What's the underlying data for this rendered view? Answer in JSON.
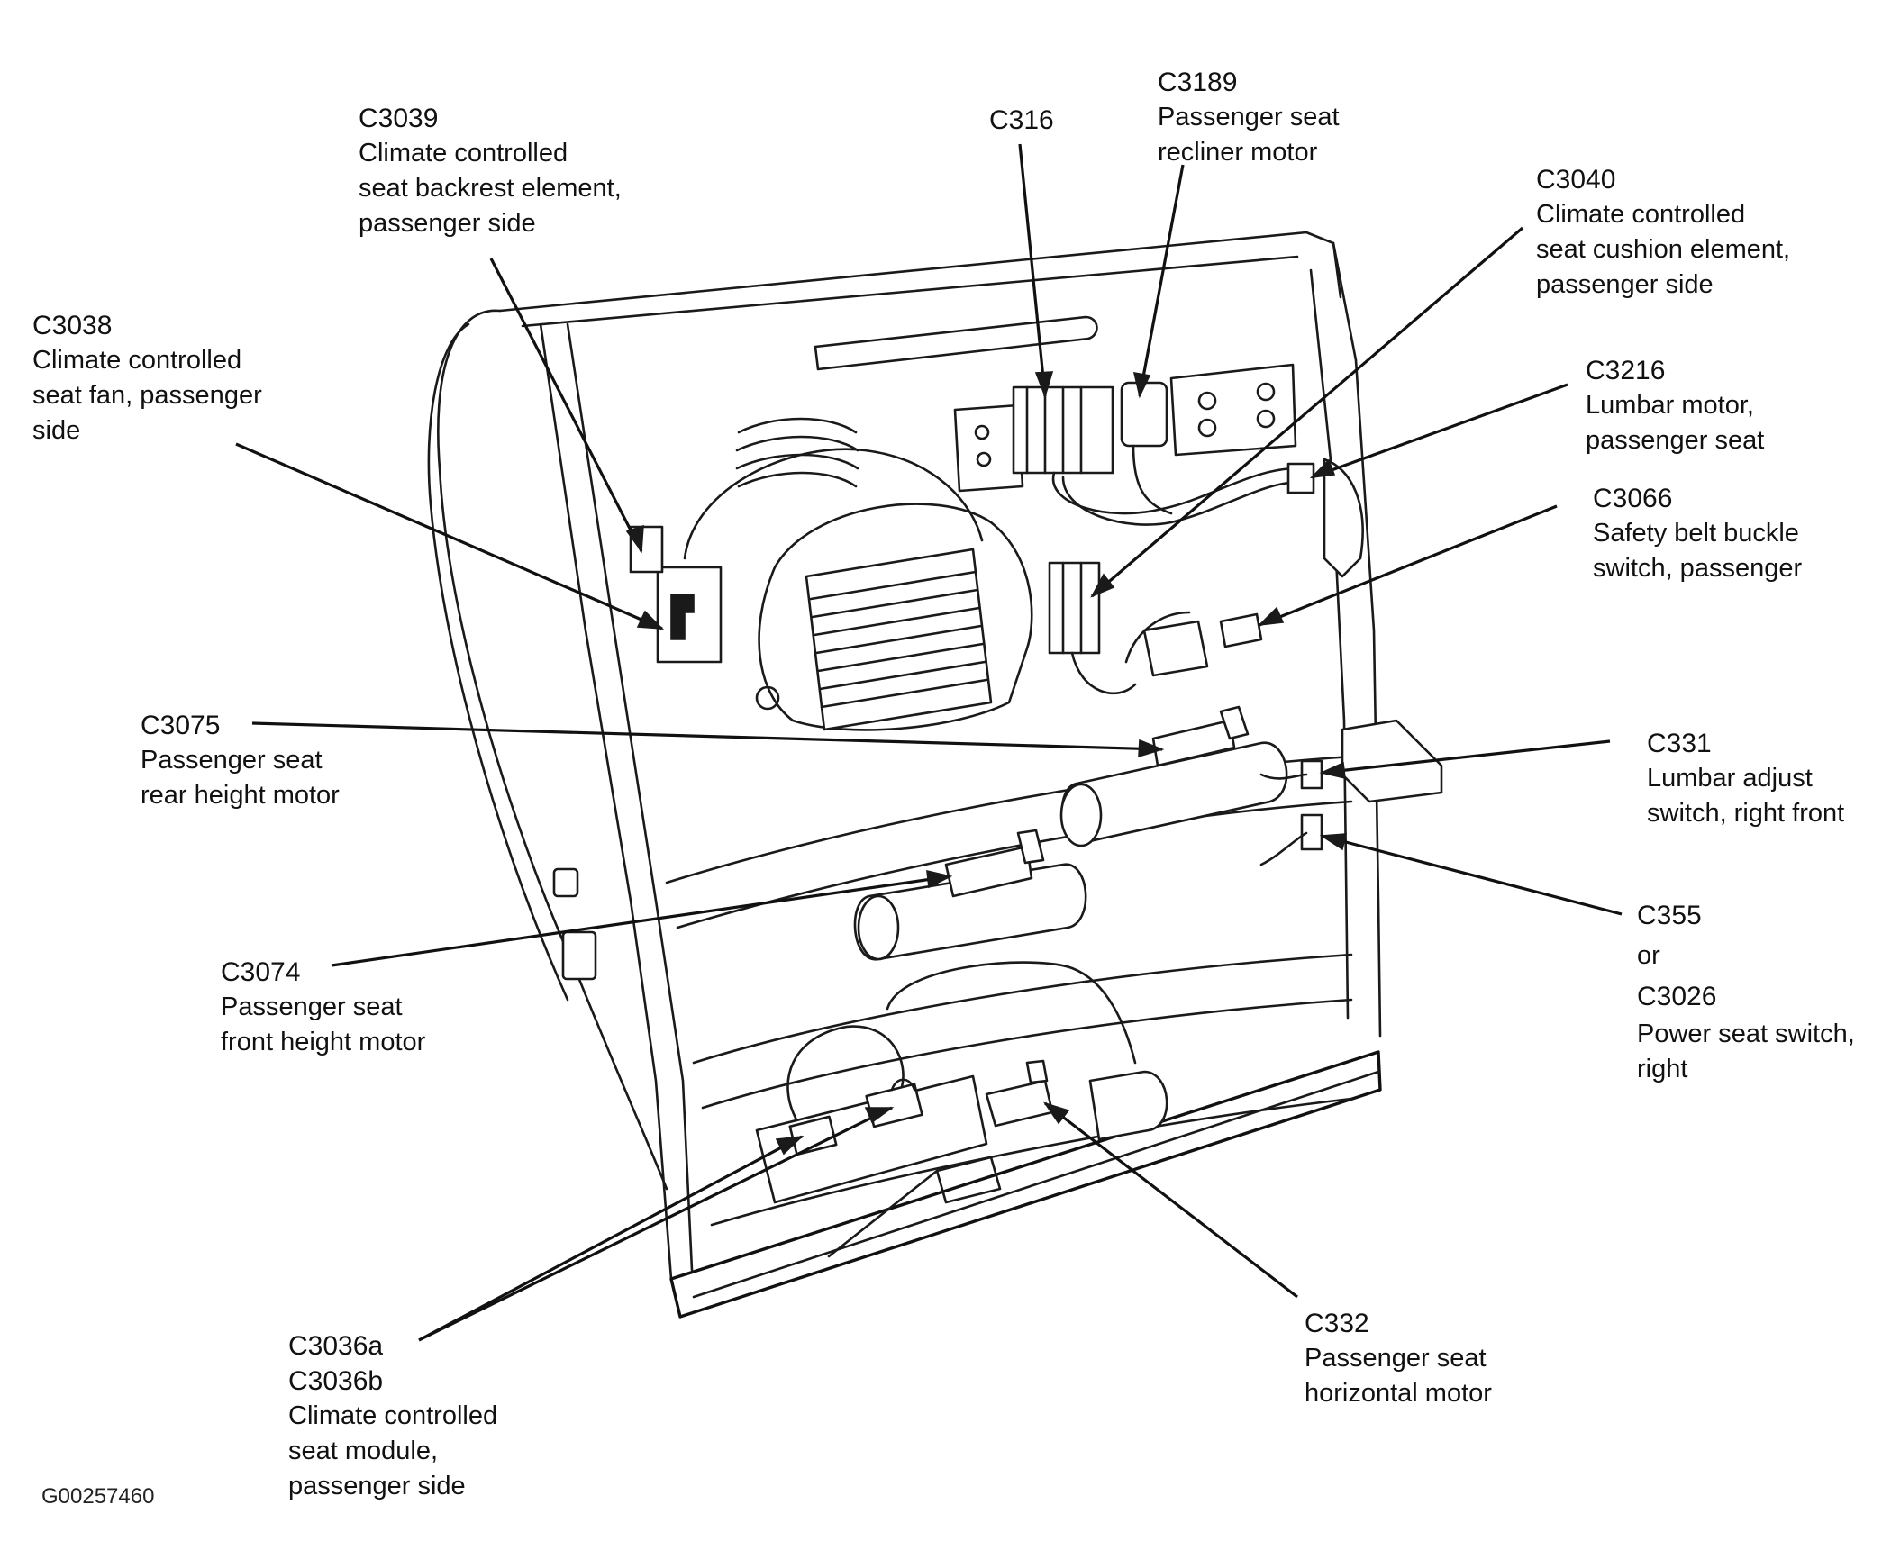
{
  "figure_id": "G00257460",
  "callouts": [
    {
      "id": "c3039",
      "code": "C3039",
      "lines": [
        "Climate controlled",
        "seat backrest element,",
        "passenger side"
      ]
    },
    {
      "id": "c316",
      "code": "C316",
      "lines": []
    },
    {
      "id": "c3189",
      "code": "C3189",
      "lines": [
        "Passenger seat",
        "recliner motor"
      ]
    },
    {
      "id": "c3040",
      "code": "C3040",
      "lines": [
        "Climate controlled",
        "seat cushion element,",
        "passenger side"
      ]
    },
    {
      "id": "c3038",
      "code": "C3038",
      "lines": [
        "Climate controlled",
        "seat fan, passenger",
        "side"
      ]
    },
    {
      "id": "c3216",
      "code": "C3216",
      "lines": [
        "Lumbar motor,",
        "passenger seat"
      ]
    },
    {
      "id": "c3066",
      "code": "C3066",
      "lines": [
        "Safety belt buckle",
        "switch, passenger"
      ]
    },
    {
      "id": "c3075",
      "code": "C3075",
      "lines": [
        "Passenger seat",
        "rear height motor"
      ]
    },
    {
      "id": "c331",
      "code": "C331",
      "lines": [
        "Lumbar adjust",
        "switch, right front"
      ]
    },
    {
      "id": "c355",
      "code": "C355",
      "lines": [
        "or",
        "C3026",
        "Power seat switch,",
        "right"
      ]
    },
    {
      "id": "c3074",
      "code": "C3074",
      "lines": [
        "Passenger seat",
        "front height motor"
      ]
    },
    {
      "id": "c3036",
      "code": "C3036a",
      "lines": [
        "C3036b",
        "Climate controlled",
        "seat module,",
        "passenger side"
      ]
    },
    {
      "id": "c332",
      "code": "C332",
      "lines": [
        "Passenger seat",
        "horizontal motor"
      ]
    }
  ]
}
